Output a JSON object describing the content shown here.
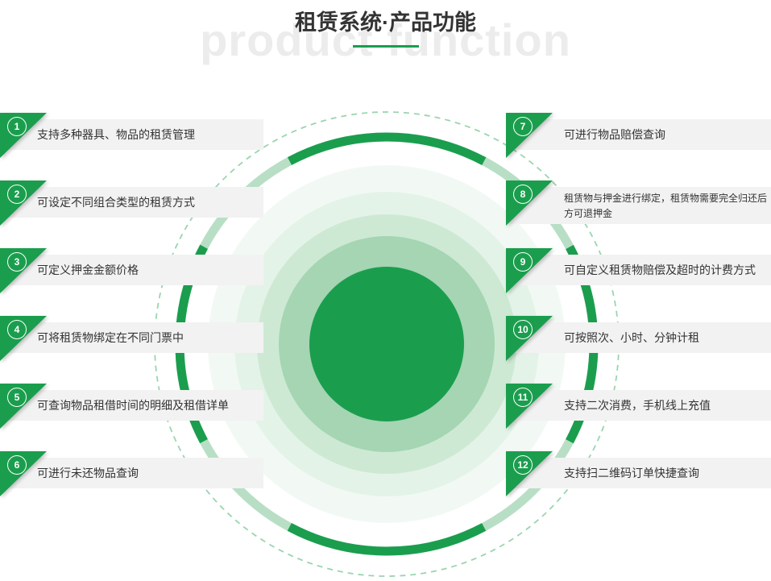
{
  "header": {
    "title": "租赁系统·产品功能",
    "watermark": "product function"
  },
  "colors": {
    "accent": "#1a9e4e",
    "ring_light": "#b8dfc5",
    "ring_dashed": "#9ad5ae",
    "band1": "#f2f9f4",
    "band2": "#e4f3e8",
    "band3": "#cde9d4",
    "band4": "#a5d5b2",
    "bar_bg": "#f2f2f2",
    "text": "#333333",
    "watermark": "#ececec"
  },
  "features": {
    "left": [
      {
        "num": "1",
        "text": "支持多种器具、物品的租赁管理"
      },
      {
        "num": "2",
        "text": "可设定不同组合类型的租赁方式"
      },
      {
        "num": "3",
        "text": "可定义押金金额价格"
      },
      {
        "num": "4",
        "text": "可将租赁物绑定在不同门票中"
      },
      {
        "num": "5",
        "text": "可查询物品租借时间的明细及租借详单"
      },
      {
        "num": "6",
        "text": "可进行未还物品查询"
      }
    ],
    "right": [
      {
        "num": "7",
        "text": "可进行物品赔偿查询"
      },
      {
        "num": "8",
        "text": "租赁物与押金进行绑定，租赁物需要完全归还后方可退押金"
      },
      {
        "num": "9",
        "text": "可自定义租赁物赔偿及超时的计费方式"
      },
      {
        "num": "10",
        "text": "可按照次、小时、分钟计租"
      },
      {
        "num": "11",
        "text": "支持二次消费，手机线上充值"
      },
      {
        "num": "12",
        "text": "支持扫二维码订单快捷查询"
      }
    ]
  }
}
